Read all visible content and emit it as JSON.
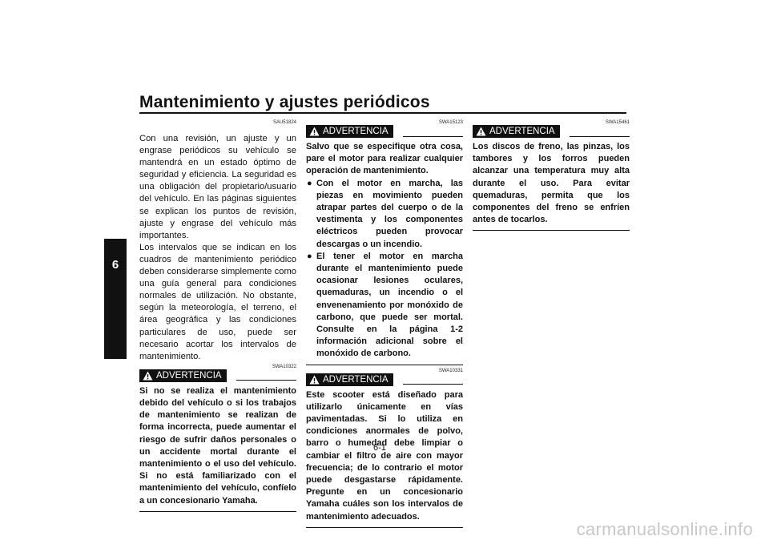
{
  "header": {
    "title": "Mantenimiento y ajustes periódicos"
  },
  "side_tab": {
    "number": "6"
  },
  "col1": {
    "code": "SAU51824",
    "intro_p1": "Con una revisión, un ajuste y un engrase periódicos su vehículo se mantendrá en un estado óptimo de seguridad y eficiencia. La seguridad es una obligación del propietario/usuario del vehículo. En las páginas siguientes se explican los puntos de revisión, ajuste y engrase del vehículo más importantes.",
    "intro_p2": "Los intervalos que se indican en los cuadros de mantenimiento periódico deben considerarse simplemente como una guía general para condiciones normales de utilización. No obstante, según la meteorología, el terreno, el área geográfica y las condiciones particulares de uso, puede ser necesario acortar los intervalos de mantenimiento.",
    "warn_code": "SWA10322",
    "warn_label": "ADVERTENCIA",
    "warn_text": "Si no se realiza el mantenimiento debido del vehículo o si los trabajos de mantenimiento se realizan de forma incorrecta, puede aumentar el riesgo de sufrir daños personales o un accidente mortal durante el mantenimiento o el uso del vehículo. Si no está familiarizado con el mantenimiento del vehículo, confíelo a un concesionario Yamaha."
  },
  "col2": {
    "warn1_code": "SWA15123",
    "warn1_label": "ADVERTENCIA",
    "warn1_text": "Salvo que se especifique otra cosa, pare el motor para realizar cualquier operación de mantenimiento.",
    "bullets": [
      "Con el motor en marcha, las piezas en movimiento pueden atrapar partes del cuerpo o de la vestimenta y los componentes eléctricos pueden provocar descargas o un incendio.",
      "El tener el motor en marcha durante el mantenimiento puede ocasionar lesiones oculares, quemaduras, un incendio o el envenenamiento por monóxido de carbono, que puede ser mortal. Consulte en la página 1-2 información adicional sobre el monóxido de carbono."
    ],
    "warn2_code": "SWA10331",
    "warn2_label": "ADVERTENCIA",
    "warn2_text": "Este scooter está diseñado para utilizarlo únicamente en vías pavimentadas. Si lo utiliza en condiciones anormales de polvo, barro o humedad debe limpiar o cambiar el filtro de aire con mayor frecuencia; de lo contrario el motor puede desgastarse rápidamente. Pregunte en un concesionario Yamaha cuáles son los intervalos de mantenimiento adecuados."
  },
  "col3": {
    "warn_code": "SWA15461",
    "warn_label": "ADVERTENCIA",
    "warn_text": "Los discos de freno, las pinzas, los tambores y los forros pueden alcanzar una temperatura muy alta durante el uso. Para evitar quemaduras, permita que los componentes del freno se enfríen antes de tocarlos."
  },
  "footer": {
    "page_number": "6-1",
    "watermark": "carmanualsonline.info"
  },
  "icons": {
    "warning": "warning-triangle-icon",
    "bullet": "bullet-dot"
  }
}
